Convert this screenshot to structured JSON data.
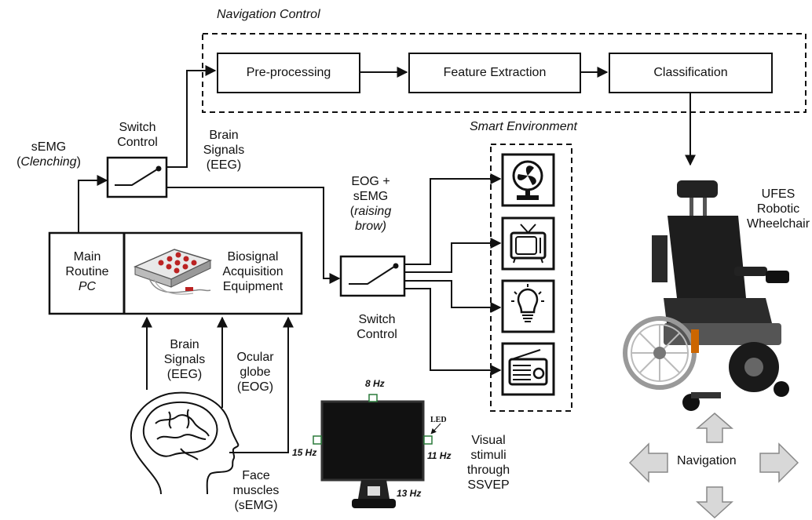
{
  "title_navigation": "Navigation Control",
  "pipeline": {
    "preprocessing": "Pre-processing",
    "feature_extraction": "Feature Extraction",
    "classification": "Classification"
  },
  "smart_env_title": "Smart Environment",
  "semg_clench": {
    "line1": "sEMG",
    "line2": "Clenching"
  },
  "switch_control_top": {
    "line1": "Switch",
    "line2": "Control"
  },
  "brain_signals_top": {
    "line1": "Brain",
    "line2": "Signals",
    "line3": "(EEG)"
  },
  "main_routine": {
    "line1": "Main",
    "line2": "Routine",
    "line3": "PC"
  },
  "biosignal": {
    "line1": "Biosignal",
    "line2": "Acquisition",
    "line3": "Equipment"
  },
  "eog_semg": {
    "line1": "EOG +",
    "line2": "sEMG",
    "line3": "raising",
    "line4": "brow)"
  },
  "switch_control_mid": {
    "line1": "Switch",
    "line2": "Control"
  },
  "brain_signals_bottom": {
    "line1": "Brain",
    "line2": "Signals",
    "line3": "(EEG)"
  },
  "ocular": {
    "line1": "Ocular",
    "line2": "globe",
    "line3": "(EOG)"
  },
  "face_muscles": {
    "line1": "Face",
    "line2": "muscles",
    "line3": "(sEMG)"
  },
  "monitor": {
    "f_top": "8 Hz",
    "f_left": "15 Hz",
    "f_right": "11 Hz",
    "f_bottom": "13 Hz",
    "led": "LED"
  },
  "visual_stimuli": {
    "line1": "Visual",
    "line2": "stimuli",
    "line3": "through",
    "line4": "SSVEP"
  },
  "wheelchair": {
    "line1": "UFES",
    "line2": "Robotic",
    "line3": "Wheelchair"
  },
  "navigation_label": "Navigation",
  "devices": [
    "fan-icon",
    "tv-icon",
    "lightbulb-icon",
    "radio-icon"
  ]
}
